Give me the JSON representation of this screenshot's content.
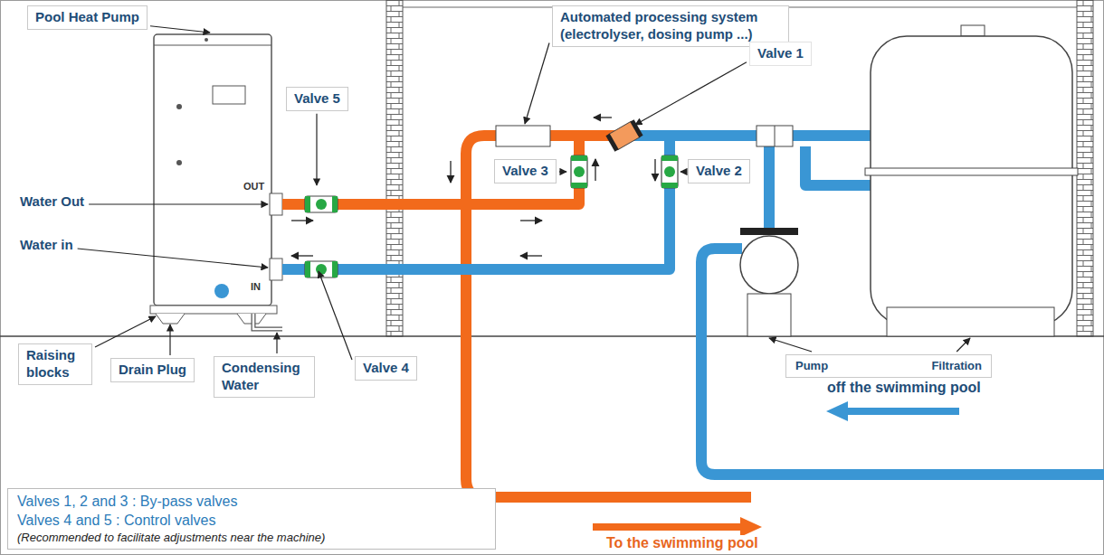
{
  "diagram": {
    "nodes": [
      {
        "text": [
          "Pool Heat Pump"
        ]
      },
      {
        "text": [
          "Automated processing system (electrolyser, dosing pump ...)"
        ]
      },
      {
        "text": [
          "Valve 1"
        ]
      },
      {
        "text": [
          "Valve 5"
        ]
      },
      {
        "text": [
          "Valve 3"
        ]
      },
      {
        "text": [
          "Valve 2"
        ]
      },
      {
        "text": [
          "Raising blocks"
        ]
      },
      {
        "text": [
          "Drain Plug"
        ]
      },
      {
        "text": [
          "Condensing Water"
        ]
      },
      {
        "text": [
          "Valve 4"
        ]
      },
      {
        "text": [
          "Pump",
          "Filtration"
        ]
      },
      {
        "text": [
          "Valves 1, 2 and 3 : By-pass valves",
          "Valves 4 and 5 : Control valves",
          "(Recommended to facilitate adjustments near the machine)"
        ]
      }
    ],
    "labels": [
      "Water Out",
      "Water in",
      "OUT",
      "IN",
      "off the swimming pool",
      "To the swimming pool"
    ]
  }
}
